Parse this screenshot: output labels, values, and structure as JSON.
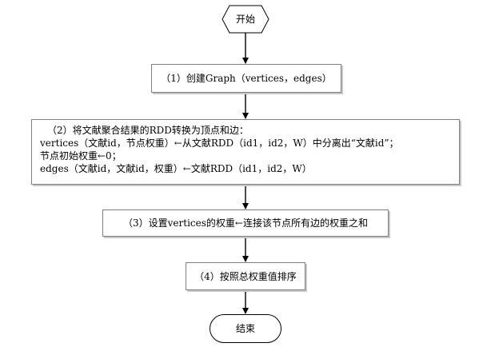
{
  "flowchart": {
    "start": "开始",
    "step1": "（1）创建Graph（vertices，edges）",
    "step2": {
      "title": "（2）将文献聚合结果的RDD转换为顶点和边：",
      "line1": "vertices（文献id，节点权重）←从文献RDD（id1，id2，W）中分离出“文献id”；",
      "line2": "节点初始权重←0；",
      "line3": "edges（文献id，文献id，权重）←文献RDD（id1，id2，W）"
    },
    "step3": "（3）设置vertices的权重←连接该节点所有边的权重之和",
    "step4": "（4）按照总权重值排序",
    "end": "结束"
  }
}
